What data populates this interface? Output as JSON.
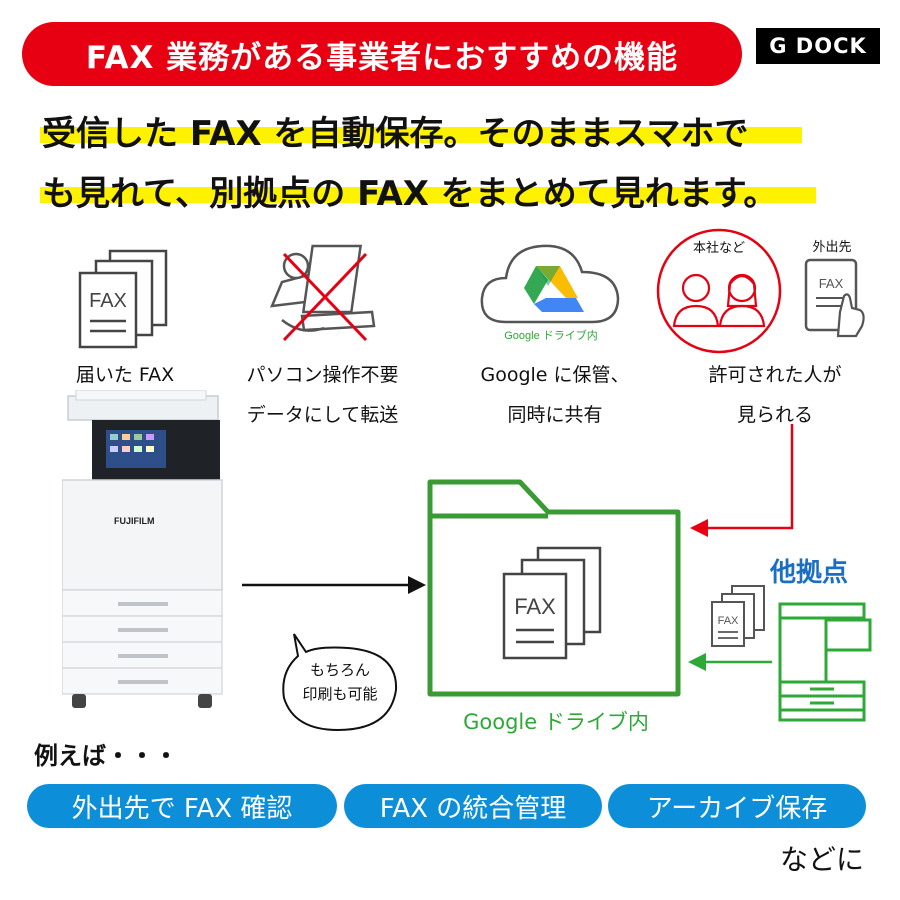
{
  "banner": {
    "text": "FAX 業務がある事業者におすすめの機能"
  },
  "logo": {
    "text": "G DOCK"
  },
  "headline": {
    "line1": "受信した FAX を自動保存。そのままスマホで",
    "line2": "も見れて、別拠点の FAX をまとめて見れます。"
  },
  "features": {
    "received": {
      "icon_text": "FAX",
      "caption": "届いた FAX"
    },
    "no_pc": {
      "caption1": "パソコン操作不要",
      "caption2": "データにして転送"
    },
    "drive": {
      "sublabel": "Google ドライブ内",
      "caption1": "Google に保管、",
      "caption2": "同時に共有"
    },
    "people": {
      "head_office": "本社など",
      "outside": "外出先",
      "tablet_text": "FAX",
      "caption1": "許可された人が",
      "caption2": "見られる"
    }
  },
  "printer": {
    "brand": "FUJIFILM"
  },
  "folder": {
    "fax_text": "FAX",
    "label": "Google ドライブ内"
  },
  "bubble": {
    "line1": "もちろん",
    "line2": "印刷も可能"
  },
  "branch": {
    "label": "他拠点",
    "fax_text": "FAX"
  },
  "examples": {
    "intro": "例えば・・・",
    "suffix": "などに"
  },
  "pills": [
    "外出先で FAX 確認",
    "FAX の統合管理",
    "アーカイブ保存"
  ],
  "colors": {
    "banner_red": "#e60012",
    "highlight_yellow": "#fff200",
    "folder_green": "#3a9b35",
    "pill_blue": "#0c8fd8",
    "branch_blue": "#1a6fc2"
  }
}
